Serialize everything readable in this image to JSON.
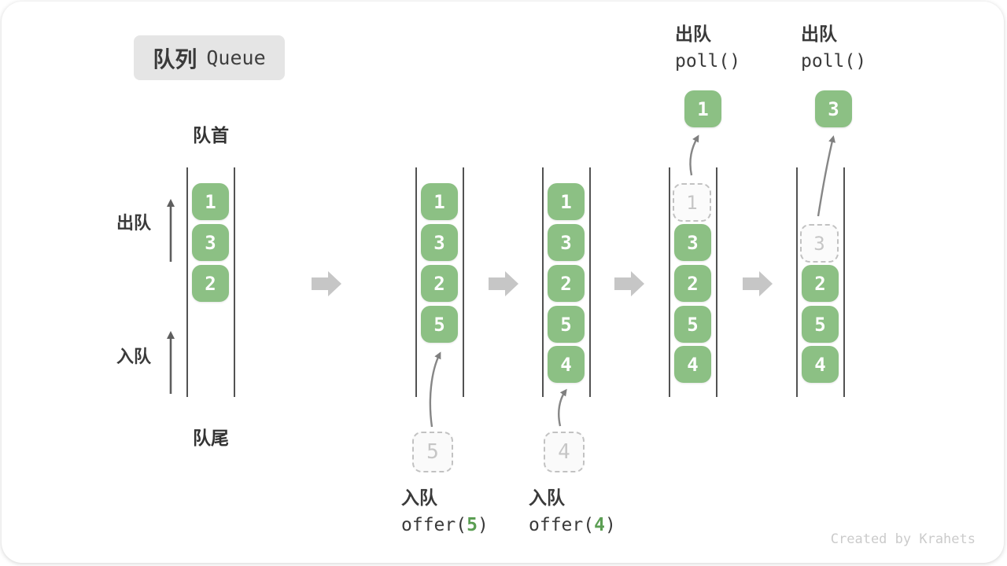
{
  "title": {
    "zh": "队列",
    "en": "Queue"
  },
  "labels": {
    "front": "队首",
    "rear": "队尾",
    "dequeue_side": "出队",
    "enqueue_side": "入队"
  },
  "columns": {
    "c1": {
      "boxes": [
        "1",
        "3",
        "2"
      ]
    },
    "c2": {
      "boxes": [
        "1",
        "3",
        "2",
        "5"
      ],
      "incoming": "5"
    },
    "c3": {
      "boxes": [
        "1",
        "3",
        "2",
        "5",
        "4"
      ],
      "incoming": "4"
    },
    "c4": {
      "ghost": "1",
      "boxes": [
        "3",
        "2",
        "5",
        "4"
      ],
      "popped": "1"
    },
    "c5": {
      "ghost": "3",
      "boxes": [
        "2",
        "5",
        "4"
      ],
      "popped": "3"
    }
  },
  "operations": {
    "enqueue5": {
      "name": "入队",
      "code_prefix": "offer(",
      "arg": "5",
      "code_suffix": ")"
    },
    "enqueue4": {
      "name": "入队",
      "code_prefix": "offer(",
      "arg": "4",
      "code_suffix": ")"
    },
    "dequeue1": {
      "name": "出队",
      "code": "poll()"
    },
    "dequeue2": {
      "name": "出队",
      "code": "poll()"
    }
  },
  "watermark": "Created by Krahets",
  "colors": {
    "box_green": "#8CC084",
    "arg_green": "#5b9e53",
    "block_arrow_gray": "#c6c6c6",
    "line_gray": "#525252",
    "title_bg": "#e5e5e5"
  }
}
